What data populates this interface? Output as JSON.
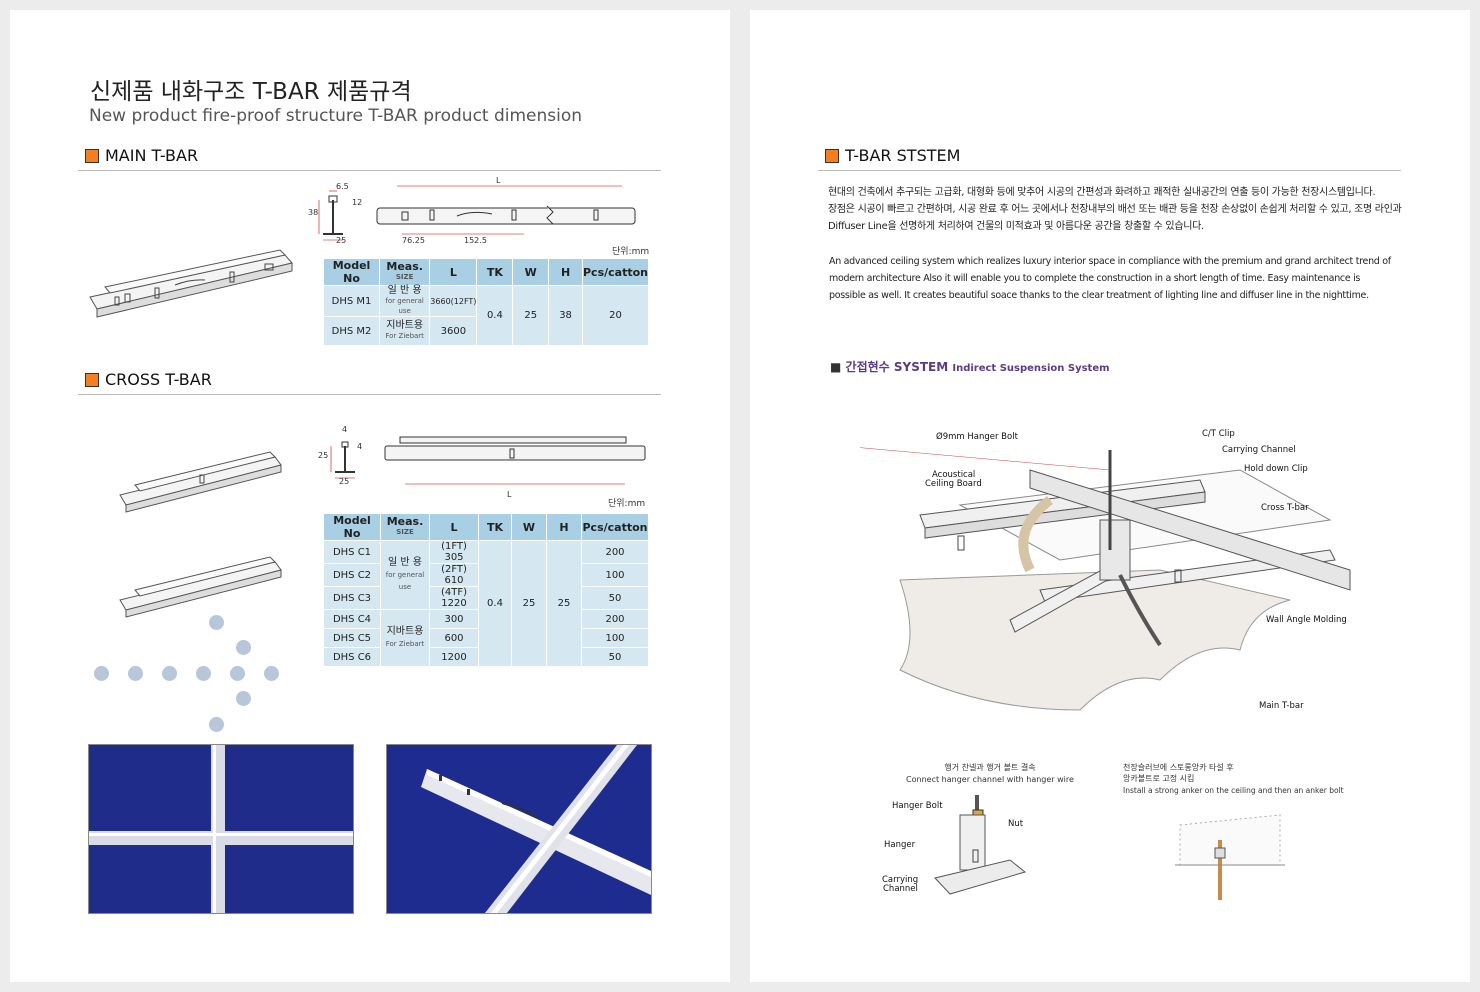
{
  "left": {
    "title_ko": "신제품 내화구조 T-BAR 제품규격",
    "title_en": "New product fire-proof structure T-BAR product dimension",
    "main": {
      "heading": "MAIN T-BAR",
      "dims": {
        "d65": "6.5",
        "d12": "12",
        "d38": "38",
        "d25": "25",
        "L": "L",
        "d7625": "76.25",
        "d1525": "152.5"
      },
      "unit": "단위:mm",
      "headers": {
        "model": "Model  No",
        "meas": "Meas.",
        "size": "SIZE",
        "l": "L",
        "tk": "TK",
        "w": "W",
        "h": "H",
        "pcs": "Pcs/catton"
      },
      "rows": [
        {
          "model": "DHS  M1",
          "use": "일 반 용",
          "use_sub": "for general use",
          "l": "3660(12FT)"
        },
        {
          "model": "DHS  M2",
          "use": "지바트용",
          "use_sub": "For Ziebart",
          "l": "3600"
        }
      ],
      "tk": "0.4",
      "w": "25",
      "h": "38",
      "pcs": "20"
    },
    "cross": {
      "heading": "CROSS T-BAR",
      "dims": {
        "d4a": "4",
        "d4b": "4",
        "d25a": "25",
        "d25b": "25",
        "L": "L"
      },
      "unit": "단위:mm",
      "headers": {
        "model": "Model  No",
        "meas": "Meas.",
        "size": "SIZE",
        "l": "L",
        "tk": "TK",
        "w": "W",
        "h": "H",
        "pcs": "Pcs/catton"
      },
      "rows": [
        {
          "model": "DHS  C1",
          "l": "(1FT)  305",
          "pcs": "200"
        },
        {
          "model": "DHS  C2",
          "l": "(2FT)  610",
          "pcs": "100"
        },
        {
          "model": "DHS  C3",
          "l": "(4TF)  1220",
          "pcs": "50"
        },
        {
          "model": "DHS  C4",
          "l": "300",
          "pcs": "200"
        },
        {
          "model": "DHS  C5",
          "l": "600",
          "pcs": "100"
        },
        {
          "model": "DHS  C6",
          "l": "1200",
          "pcs": "50"
        }
      ],
      "use1": "일 반 용",
      "use1_sub": "for general use",
      "use2": "지바트용",
      "use2_sub": "For Ziebart",
      "tk": "0.4",
      "w": "25",
      "h": "25"
    }
  },
  "right": {
    "heading": "T-BAR STSTEM",
    "para_ko": [
      "현대의 건축에서 추구되는 고급화, 대형화 등에 맞추어 시공의 간편성과 화려하고 쾌적한 실내공간의 연출 등이 가능한 천장시스템입니다.",
      "장점은 시공이 빠르고 간편하며, 시공 완료 후 어느 곳에서나 천장내부의 배선 또는 배관 등을 천장 손상없이 손쉽게 처리할 수 있고, 조명 라인과",
      "Diffuser Line을 선명하게 처리하여 건물의 미적효과 및 아름다운 공간을 창출할 수 있습니다."
    ],
    "para_en": [
      "An advanced ceiling system which realizes luxury interior space in compliance with the premium and grand architect trend of",
      "modern architecture Also it will enable you to complete the construction in a short length of time. Easy maintenance is",
      "possible as well. It creates beautiful soace thanks to the clear treatment of lighting line and diffuser line in the nighttime."
    ],
    "system_ko": "간접현수 SYSTEM",
    "system_en": "Indirect Suspension System",
    "labels": {
      "hanger_bolt": "Ø9mm Hanger Bolt",
      "acoustical": "Acoustical",
      "ceiling_board": "Ceiling Board",
      "ct_clip": "C/T Clip",
      "carrying_channel": "Carrying Channel",
      "hold_down": "Hold down Clip",
      "cross_tbar": "Cross T-bar",
      "wall_angle": "Wall Angle Molding",
      "main_tbar": "Main T-bar"
    },
    "detail1": {
      "caption_ko": "행거 찬넬과 행거 볼트 결속",
      "caption_en": "Connect hanger channel with hanger wire",
      "hanger_bolt": "Hanger Bolt",
      "nut": "Nut",
      "hanger": "Hanger",
      "carrying": "Carrying",
      "channel": "Channel"
    },
    "detail2": {
      "caption_ko1": "천장슬러브에 스토롱앙카 타설 후",
      "caption_ko2": "앙카볼트로 고정 시킴",
      "caption_en": "Install a strong anker on the ceiling and then an anker bolt"
    }
  }
}
